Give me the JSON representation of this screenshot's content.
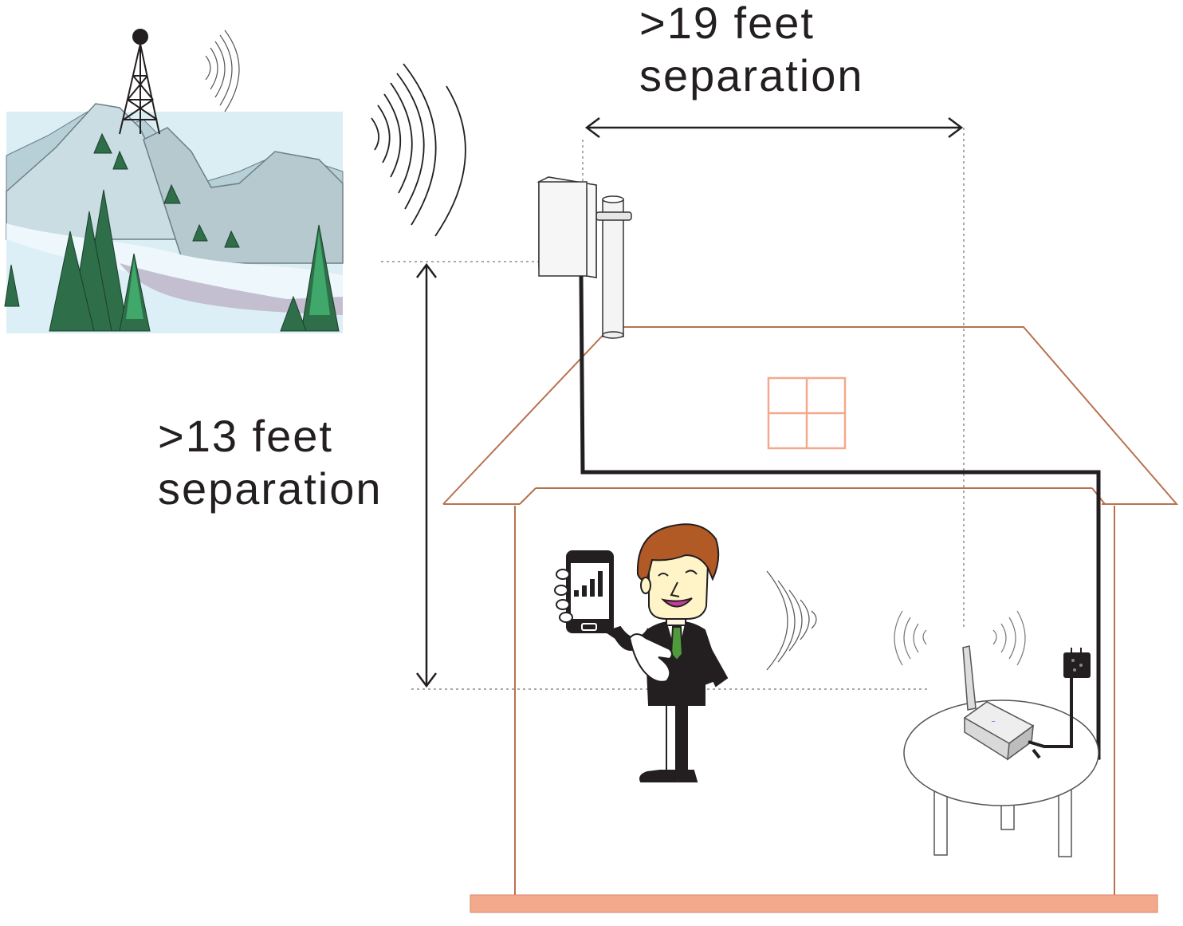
{
  "labels": {
    "horizontal_line1": ">19 feet",
    "horizontal_line2": "separation",
    "vertical_line1": ">13 feet",
    "vertical_line2": "separation"
  },
  "icons": [
    "cell-tower-icon",
    "mountains-icon",
    "outdoor-antenna-icon",
    "booster-unit-icon",
    "power-adapter-icon",
    "smartphone-icon",
    "man-figure-icon",
    "signal-wave-icon"
  ],
  "colors": {
    "house_outline": "#b8714f",
    "house_floor": "#f3a98b",
    "cable": "#231f20",
    "text": "#231f20",
    "mountain": "#b7cfd6",
    "tree": "#2e7d4f"
  }
}
